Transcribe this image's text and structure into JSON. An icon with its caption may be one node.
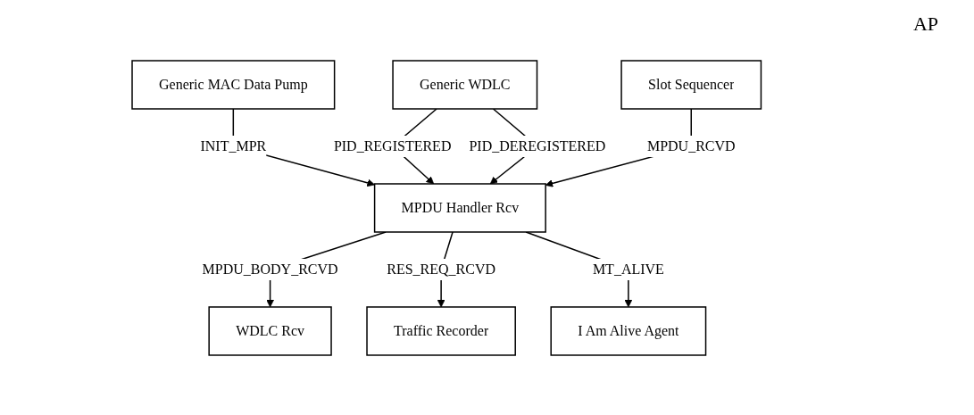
{
  "diagram": {
    "nodes": [
      {
        "text": [
          "Generic MAC Data Pump"
        ]
      },
      {
        "text": [
          "Generic WDLC"
        ]
      },
      {
        "text": [
          "MPDU Handler Rcv"
        ]
      },
      {
        "text": [
          "WDLC Rcv"
        ]
      },
      {
        "text": [
          "Slot Sequencer"
        ]
      },
      {
        "text": [
          "Traffic Recorder"
        ]
      },
      {
        "text": [
          "I Am Alive Agent"
        ]
      }
    ],
    "edges": [
      {
        "from": 0,
        "to": 2,
        "arrow": "to",
        "label": "INIT_MPR"
      },
      {
        "from": 1,
        "to": 2,
        "arrow": "to",
        "label": "PID_REGISTERED"
      },
      {
        "from": 1,
        "to": 2,
        "arrow": "to",
        "label": "PID_DEREGISTERED"
      },
      {
        "from": 2,
        "to": 3,
        "arrow": "to",
        "label": "MPDU_BODY_RCVD"
      },
      {
        "from": 4,
        "to": 2,
        "arrow": "to",
        "label": "MPDU_RCVD"
      },
      {
        "from": 2,
        "to": 5,
        "arrow": "to",
        "label": "RES_REQ_RCVD"
      },
      {
        "from": 2,
        "to": 6,
        "arrow": "to",
        "label": "MT_ALIVE"
      }
    ],
    "labels": [
      "AP"
    ]
  }
}
